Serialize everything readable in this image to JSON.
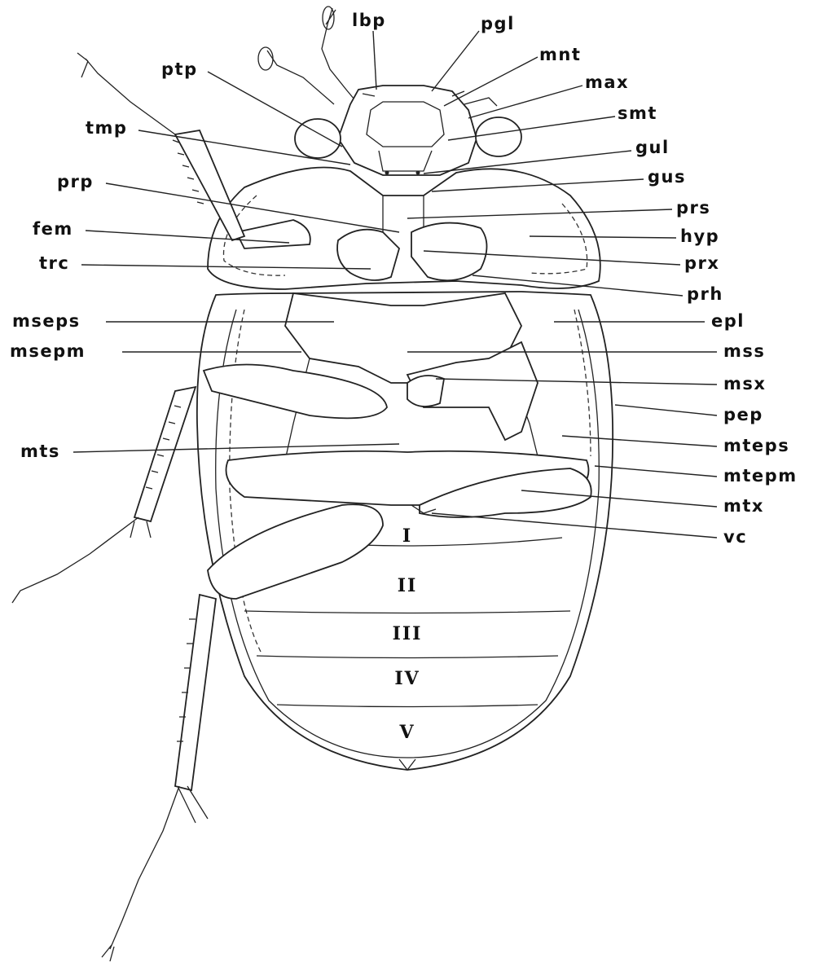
{
  "labels": {
    "lbp": "lbp",
    "pgl": "pgl",
    "mnt": "mnt",
    "max": "max",
    "smt": "smt",
    "gul": "gul",
    "gus": "gus",
    "prs": "prs",
    "hyp": "hyp",
    "prx": "prx",
    "prh": "prh",
    "epl": "epl",
    "mss": "mss",
    "msx": "msx",
    "pep": "pep",
    "mteps": "mteps",
    "mtepm": "mtepm",
    "mtx": "mtx",
    "vc": "vc",
    "ptp": "ptp",
    "tmp": "tmp",
    "prp": "prp",
    "fem": "fem",
    "trc": "trc",
    "mseps": "mseps",
    "msepm": "msepm",
    "mts": "mts"
  },
  "segments": [
    "I",
    "II",
    "III",
    "IV",
    "V"
  ]
}
